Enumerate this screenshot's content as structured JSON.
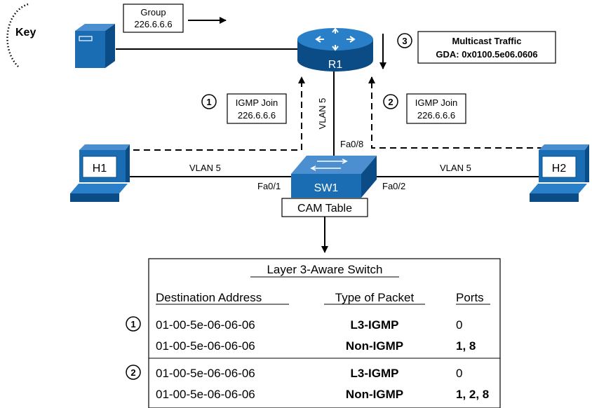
{
  "key_label": "Key",
  "group_box": {
    "line1": "Group",
    "line2": "226.6.6.6"
  },
  "router": {
    "label": "R1"
  },
  "switch": {
    "label": "SW1",
    "cam_label": "CAM Table"
  },
  "hosts": {
    "h1": "H1",
    "h2": "H2"
  },
  "multicast": {
    "step": "3",
    "line1": "Multicast Traffic",
    "line2": "GDA: 0x0100.5e06.0606"
  },
  "igmp_join_1": {
    "step": "1",
    "line1": "IGMP Join",
    "line2": "226.6.6.6"
  },
  "igmp_join_2": {
    "step": "2",
    "line1": "IGMP Join",
    "line2": "226.6.6.6"
  },
  "links": {
    "vlan_left": "VLAN 5",
    "vlan_right": "VLAN 5",
    "vlan_up": "VLAN 5"
  },
  "ports": {
    "fa01": "Fa0/1",
    "fa02": "Fa0/2",
    "fa08": "Fa0/8"
  },
  "table": {
    "title": "Layer 3-Aware Switch",
    "headers": [
      "Destination Address",
      "Type of Packet",
      "Ports"
    ],
    "groups": [
      {
        "step": "1",
        "rows": [
          {
            "address": "01-00-5e-06-06-06",
            "type": "L3-IGMP",
            "ports": "0"
          },
          {
            "address": "01-00-5e-06-06-06",
            "type": "Non-IGMP",
            "ports": "1, 8"
          }
        ]
      },
      {
        "step": "2",
        "rows": [
          {
            "address": "01-00-5e-06-06-06",
            "type": "L3-IGMP",
            "ports": "0"
          },
          {
            "address": "01-00-5e-06-06-06",
            "type": "Non-IGMP",
            "ports": "1, 2, 8"
          }
        ]
      }
    ]
  },
  "colors": {
    "device_blue": "#1a6db3",
    "device_dark": "#0b4c87",
    "line": "#000000"
  }
}
